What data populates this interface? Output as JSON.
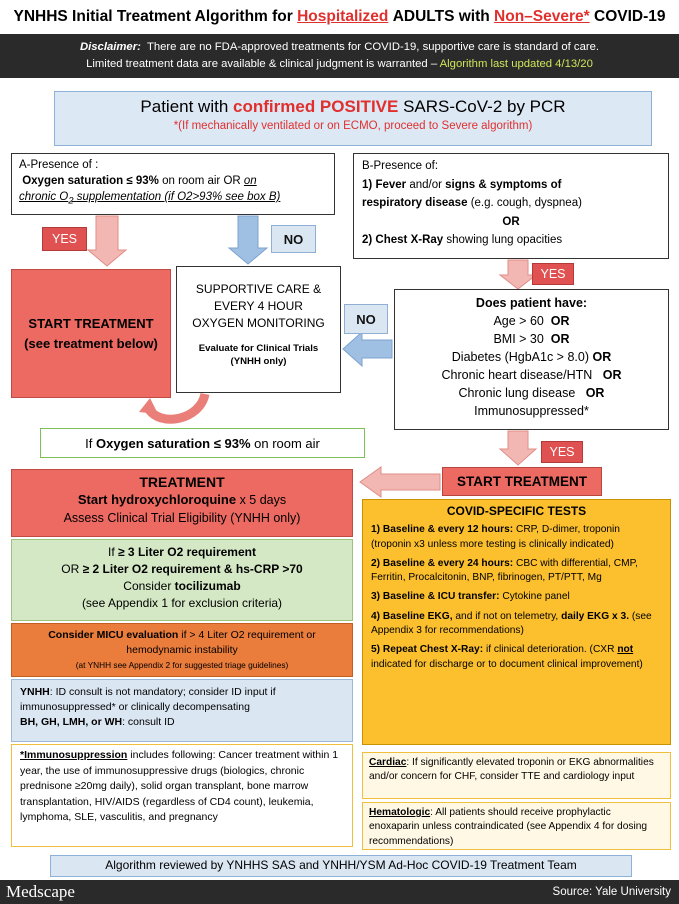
{
  "header": {
    "title_part1": "YNHHS Initial Treatment Algorithm for",
    "title_hosp": "Hospitalized",
    "title_part2": "ADULTS with",
    "title_nonsevere": "Non–Severe*",
    "title_part3": "COVID-19"
  },
  "disclaimer": {
    "label": "Disclaimer:",
    "line1": "There are no FDA-approved treatments for COVID-19, supportive care is standard of care.",
    "line2": "Limited treatment data are available & clinical judgment is warranted –",
    "updated": "Algorithm last updated 4/13/20"
  },
  "confirm": {
    "part1": "Patient with",
    "highlight": "confirmed POSITIVE",
    "part2": "SARS-CoV-2 by PCR",
    "note": "*(If mechanically ventilated or on ECMO, proceed to Severe algorithm)"
  },
  "box_a": {
    "heading": "A-Presence of :",
    "o2_bold": "Oxygen saturation ≤ 93%",
    "o2_rest": "on room air OR",
    "on": "on",
    "chronic_pre": "chronic O",
    "chronic_sub": "2",
    "chronic_post": "supplementation (if O2>93% see box B)"
  },
  "box_b": {
    "heading": "B-Presence of:",
    "i1_num": "1)",
    "i1_bold1": "Fever",
    "i1_mid": "and/or",
    "i1_bold2": "signs & symptoms of",
    "i1_bold3": "respiratory disease",
    "i1_rest": "(e.g. cough, dyspnea)",
    "or": "OR",
    "i2_bold": "2) Chest X-Ray",
    "i2_rest": "showing lung opacities"
  },
  "tags": {
    "yes_a": "YES",
    "no_a": "NO",
    "yes_b": "YES",
    "no_mid": "NO",
    "yes_c": "YES"
  },
  "start_big": {
    "line1": "START TREATMENT",
    "line2": "(see treatment below)"
  },
  "supportive": {
    "l1": "SUPPORTIVE CARE &",
    "l2": "EVERY 4 HOUR",
    "l3": "OXYGEN MONITORING",
    "eval1": "Evaluate for Clinical Trials",
    "eval2": "(YNHH only)"
  },
  "risk": {
    "heading": "Does patient have:",
    "items": [
      {
        "text": "Age > 60",
        "or": "OR"
      },
      {
        "text": "BMI > 30",
        "or": "OR"
      },
      {
        "text": "Diabetes (HgbA1c > 8.0)",
        "or": "OR"
      },
      {
        "text": "Chronic heart disease/HTN",
        "or": "OR"
      },
      {
        "text": "Chronic lung disease",
        "or": "OR"
      },
      {
        "text": "Immunosuppressed*",
        "or": ""
      }
    ]
  },
  "if_o2": {
    "pre": "If",
    "bold": "Oxygen saturation ≤ 93%",
    "post": "on room air"
  },
  "start_small": "START TREATMENT",
  "treatment": {
    "heading": "TREATMENT",
    "hcq_bold": "Start hydroxychloroquine",
    "hcq_rest": "x 5 days",
    "trial": "Assess Clinical Trial Eligibility (YNHH only)"
  },
  "toci": {
    "l1_pre": "If",
    "l1_bold": "≥ 3 Liter O2 requirement",
    "l2_pre": "OR",
    "l2_bold": "≥ 2 Liter O2 requirement & hs-CRP >70",
    "l3_pre": "Consider",
    "l3_bold": "tocilizumab",
    "l4": "(see Appendix 1 for exclusion criteria)"
  },
  "micu": {
    "bold": "Consider MICU evaluation",
    "rest1": "if > 4 Liter O2 requirement or",
    "rest2": "hemodynamic instability",
    "small": "(at YNHH see Appendix 2 for suggested triage guidelines)"
  },
  "id_consult": {
    "bold1": "YNHH",
    "text1": ": ID consult is not mandatory; consider ID input if",
    "text2": "immunosuppressed* or clinically decompensating",
    "bold2": "BH, GH, LMH, or WH",
    "text3": ": consult ID"
  },
  "immuno": {
    "title": "*Immunosuppression",
    "text": "includes following: Cancer treatment within 1 year, the use of immunosuppressive drugs (biologics, chronic prednisone ≥20mg daily), solid organ transplant, bone marrow transplantation, HIV/AIDS (regardless of CD4 count), leukemia, lymphoma, SLE, vasculitis, and pregnancy"
  },
  "covid_tests": {
    "heading": "COVID-SPECIFIC TESTS",
    "items": [
      {
        "bold": "1) Baseline & every 12 hours:",
        "text": "CRP, D-dimer, troponin (troponin x3 unless more testing is clinically indicated)"
      },
      {
        "bold": "2) Baseline & every 24 hours:",
        "text": "CBC with differential, CMP, Ferritin, Procalcitonin, BNP, fibrinogen, PT/PTT, Mg"
      },
      {
        "bold": "3) Baseline & ICU transfer:",
        "text": "Cytokine panel"
      }
    ],
    "i4_bold1": "4) Baseline EKG,",
    "i4_mid": "and if not on telemetry,",
    "i4_bold2": "daily EKG x 3.",
    "i4_rest": "(see Appendix 3 for recommendations)",
    "i5_bold": "5) Repeat Chest X-Ray:",
    "i5_text1": "if clinical deterioration. (CXR",
    "i5_not": "not",
    "i5_text2": "indicated for discharge or to document clinical improvement)"
  },
  "cardiac": {
    "label": "Cardiac",
    "text": ": If significantly elevated troponin or EKG abnormalities and/or concern for CHF, consider TTE and cardiology input"
  },
  "hematologic": {
    "label": "Hematologic",
    "text": ": All patients should receive prophylactic enoxaparin unless contraindicated (see Appendix 4 for dosing recommendations)"
  },
  "reviewed": "Algorithm reviewed by YNHHS SAS and YNHH/YSM Ad-Hoc COVID-19 Treatment Team",
  "footer": {
    "brand": "Medscape",
    "source": "Source: Yale University"
  },
  "colors": {
    "red_accent": "#e0302e",
    "treatment_red": "#ed6a62",
    "green": "#d5e8c5",
    "orange": "#ea7c3c",
    "blue": "#dbe6f3",
    "gold": "#fcc02f",
    "dark": "#2a2a2a"
  }
}
